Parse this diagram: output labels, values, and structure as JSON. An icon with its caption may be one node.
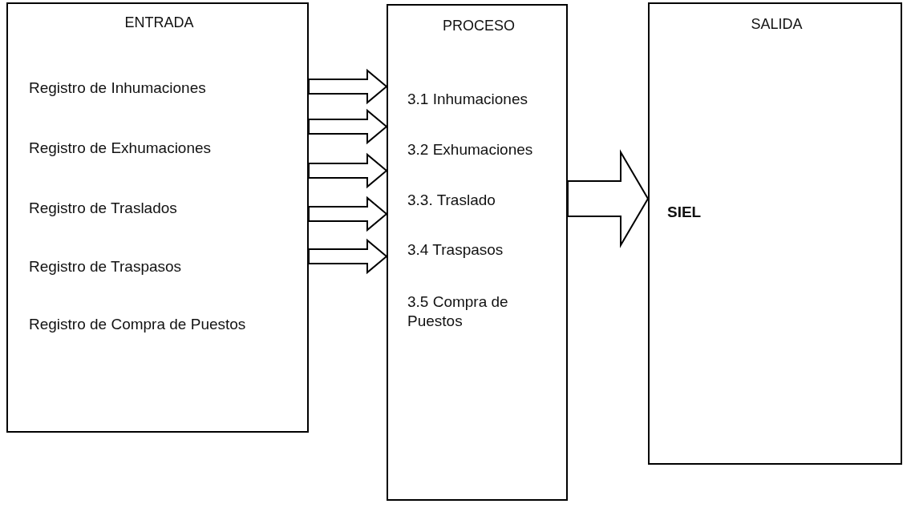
{
  "diagram": {
    "nodes": [
      {
        "text": [
          "ENTRADA",
          "Registro de Inhumaciones",
          "Registro de Exhumaciones",
          "Registro de Traslados",
          "Registro de Traspasos",
          "Registro de Compra de Puestos"
        ]
      },
      {
        "text": [
          "PROCESO",
          "3.1 Inhumaciones",
          "3.2 Exhumaciones",
          "3.3. Traslado",
          "3.4 Traspasos",
          "3.5 Compra de Puestos"
        ]
      },
      {
        "text": [
          "SALIDA",
          "SIEL"
        ]
      }
    ],
    "edges": [
      {
        "from": 0,
        "to": 1,
        "arrow": "to"
      },
      {
        "from": 0,
        "to": 1,
        "arrow": "to"
      },
      {
        "from": 0,
        "to": 1,
        "arrow": "to"
      },
      {
        "from": 0,
        "to": 1,
        "arrow": "to"
      },
      {
        "from": 0,
        "to": 1,
        "arrow": "to"
      },
      {
        "from": 1,
        "to": 2,
        "arrow": "to"
      }
    ]
  }
}
